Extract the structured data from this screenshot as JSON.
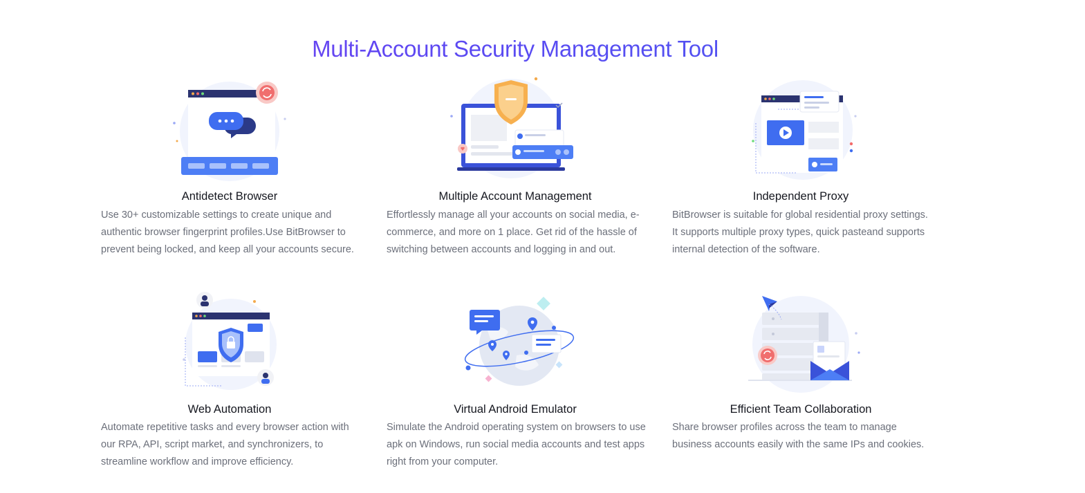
{
  "page": {
    "title": "Multi-Account Security Management Tool"
  },
  "features": [
    {
      "title": "Antidetect Browser",
      "description": "Use 30+ customizable settings to create unique and authentic browser fingerprint profiles.Use BitBrowser to prevent being locked, and keep all your accounts secure."
    },
    {
      "title": "Multiple Account Management",
      "description": "Effortlessly manage all your accounts on social media, e-commerce, and more on 1 place. Get rid of the hassle of switching between accounts and logging in and out."
    },
    {
      "title": "Independent Proxy",
      "description": "BitBrowser is suitable for global residential proxy settings. It supports multiple proxy types, quick pasteand supports internal detection of the software."
    },
    {
      "title": "Web Automation",
      "description": "Automate repetitive tasks and every browser action with our RPA, API, script market, and synchronizers, to streamline workflow and improve efficiency."
    },
    {
      "title": "Virtual Android Emulator",
      "description": "Simulate the Android operating system on browsers to use apk on Windows, run social media accounts and test apps right from your computer."
    },
    {
      "title": "Efficient Team Collaboration",
      "description": "Share browser profiles across the team to manage business accounts easily with the same IPs and cookies."
    }
  ],
  "theme": {
    "accent": "#4a5cf0",
    "accent_gradient_start": "#7a3ff0",
    "illustration_blue": "#3f6df0",
    "alert_red": "#f06e6e",
    "shield_orange": "#f7b04f"
  }
}
